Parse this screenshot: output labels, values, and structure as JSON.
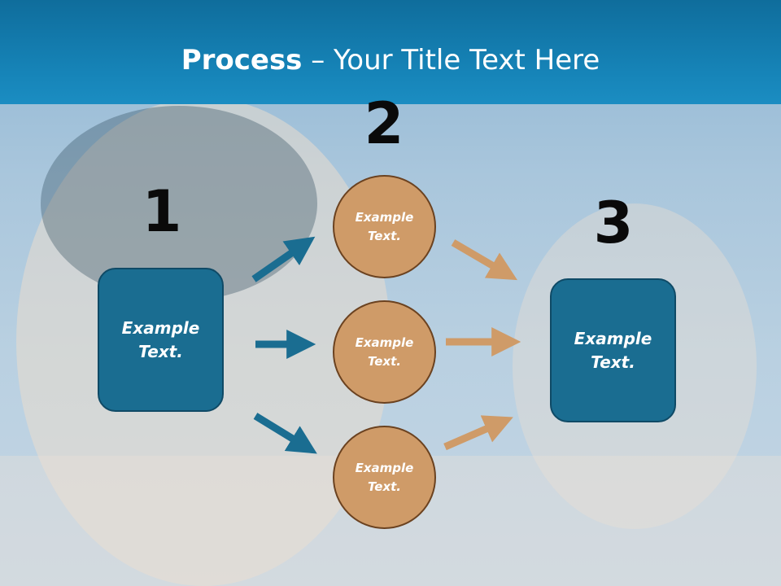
{
  "slide": {
    "title_bold": "Process",
    "title_rest": " – Your Title Text Here",
    "step_numbers": [
      "1",
      "2",
      "3"
    ],
    "box_left_text": "Example Text.",
    "box_right_text": "Example Text.",
    "circles": [
      {
        "text": "Example Text."
      },
      {
        "text": "Example Text."
      },
      {
        "text": "Example Text."
      }
    ]
  },
  "colors": {
    "header": "#1684b8",
    "box_fill": "#1a6d91",
    "circle_fill": "#cf9b68",
    "arrow_blue": "#1a6d91",
    "arrow_tan": "#cf9b68"
  }
}
